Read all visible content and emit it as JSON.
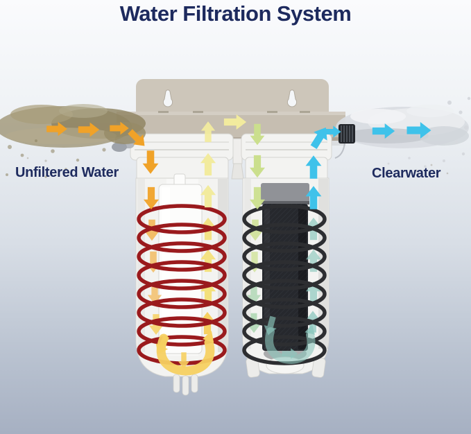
{
  "title": "Water Filtration System",
  "labels": {
    "unfiltered": "Unfiltered Water",
    "clearwater": "Clearwater"
  },
  "colors": {
    "title_text": "#1d2a5e",
    "label_text": "#1d2a5e",
    "bg_top": "#fafbfd",
    "bg_mid": "#d8dee6",
    "bg_bottom": "#a6b0c2",
    "bracket": "#cdc6ba",
    "bracket_front": "#c6beb1",
    "arrow_unfiltered": "#f0a228",
    "arrow_amber": "#f2b44f",
    "arrow_warm": "#f6d061",
    "arrow_pale": "#f2eb9e",
    "arrow_yellow": "#f3e07a",
    "arrow_green": "#cbdf8d",
    "arrow_tealgreen": "#a8d4ae",
    "arrow_clear": "#3fc2ea",
    "arrow_teal": "#8cc7bd",
    "spiral_left": "#9a1a1d",
    "spiral_right": "#2d2e31",
    "carbon": "#26282d",
    "carbon_cap": "#909297",
    "murky_water": "#9a8f6e",
    "clear_water": "#d9dce1"
  }
}
